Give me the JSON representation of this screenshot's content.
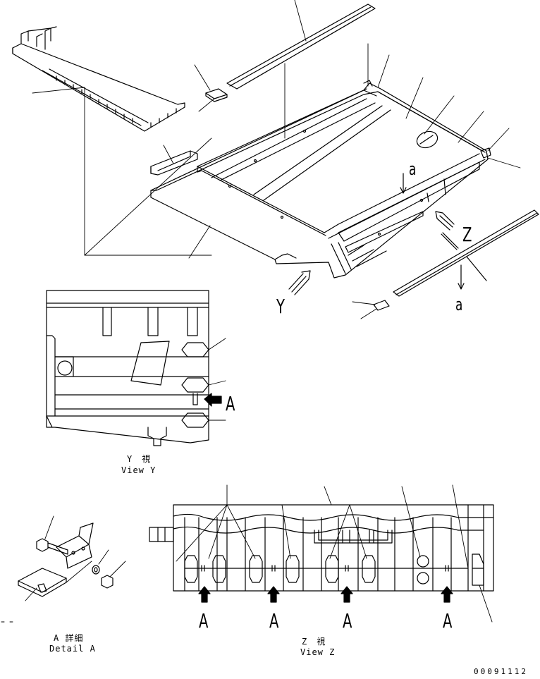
{
  "labels": {
    "a_top": "a",
    "a_right": "a",
    "z_main": "Z",
    "y_main": "Y",
    "a_view_y": "A",
    "view_y_jp": "Y　視",
    "view_y_en": "View Y",
    "a_z1": "A",
    "a_z2": "A",
    "a_z3": "A",
    "a_z4": "A",
    "detail_a_jp": "A 詳細",
    "detail_a_en": "Detail A",
    "view_z_jp": "Z　視",
    "view_z_en": "View Z",
    "drawing_number": "00091112"
  },
  "colors": {
    "line": "#000000",
    "background": "#ffffff"
  }
}
